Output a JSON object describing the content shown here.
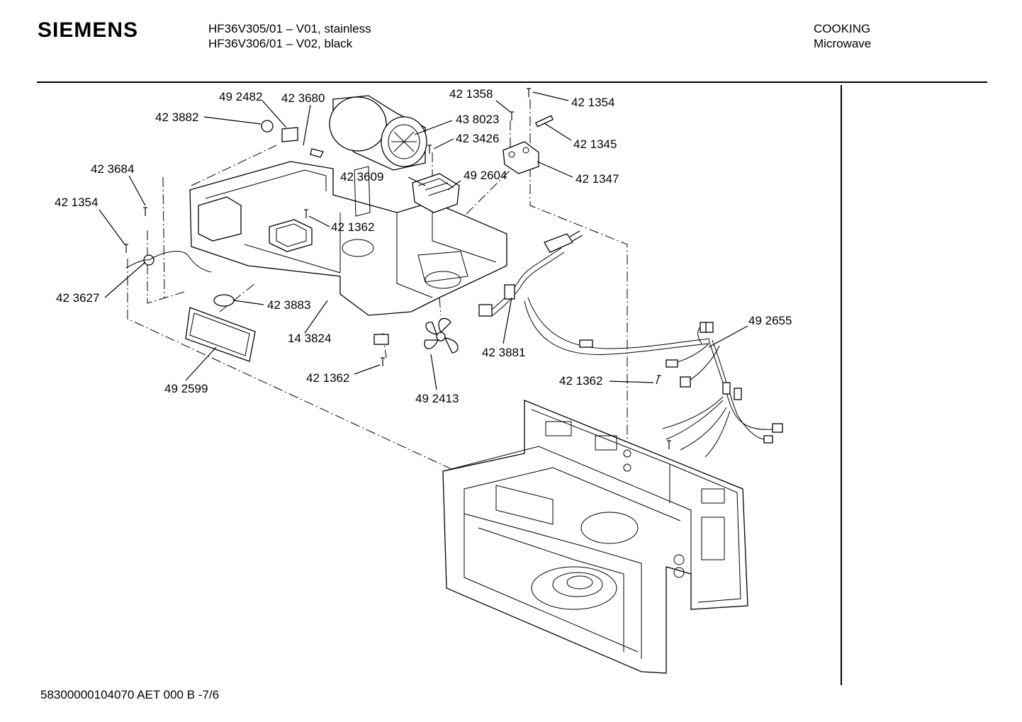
{
  "header": {
    "brand": "SIEMENS",
    "model_line_1": "HF36V305/01 – V01, stainless",
    "model_line_2": "HF36V306/01 – V02, black",
    "category": "COOKING",
    "subcategory": "Microwave"
  },
  "footer": {
    "doc_number": "58300000104070 AET 000 B  -7/6"
  },
  "parts": [
    "49 2482",
    "42 3680",
    "42 1358",
    "42 1354",
    "42 3882",
    "43 8023",
    "42 3426",
    "42 1345",
    "42 3684",
    "42 3609",
    "49 2604",
    "42 1347",
    "42 1354",
    "42 1362",
    "42 3627",
    "42 3883",
    "14 3824",
    "49 2655",
    "42 3881",
    "42 1362",
    "42 1362",
    "49 2599",
    "49 2413"
  ]
}
